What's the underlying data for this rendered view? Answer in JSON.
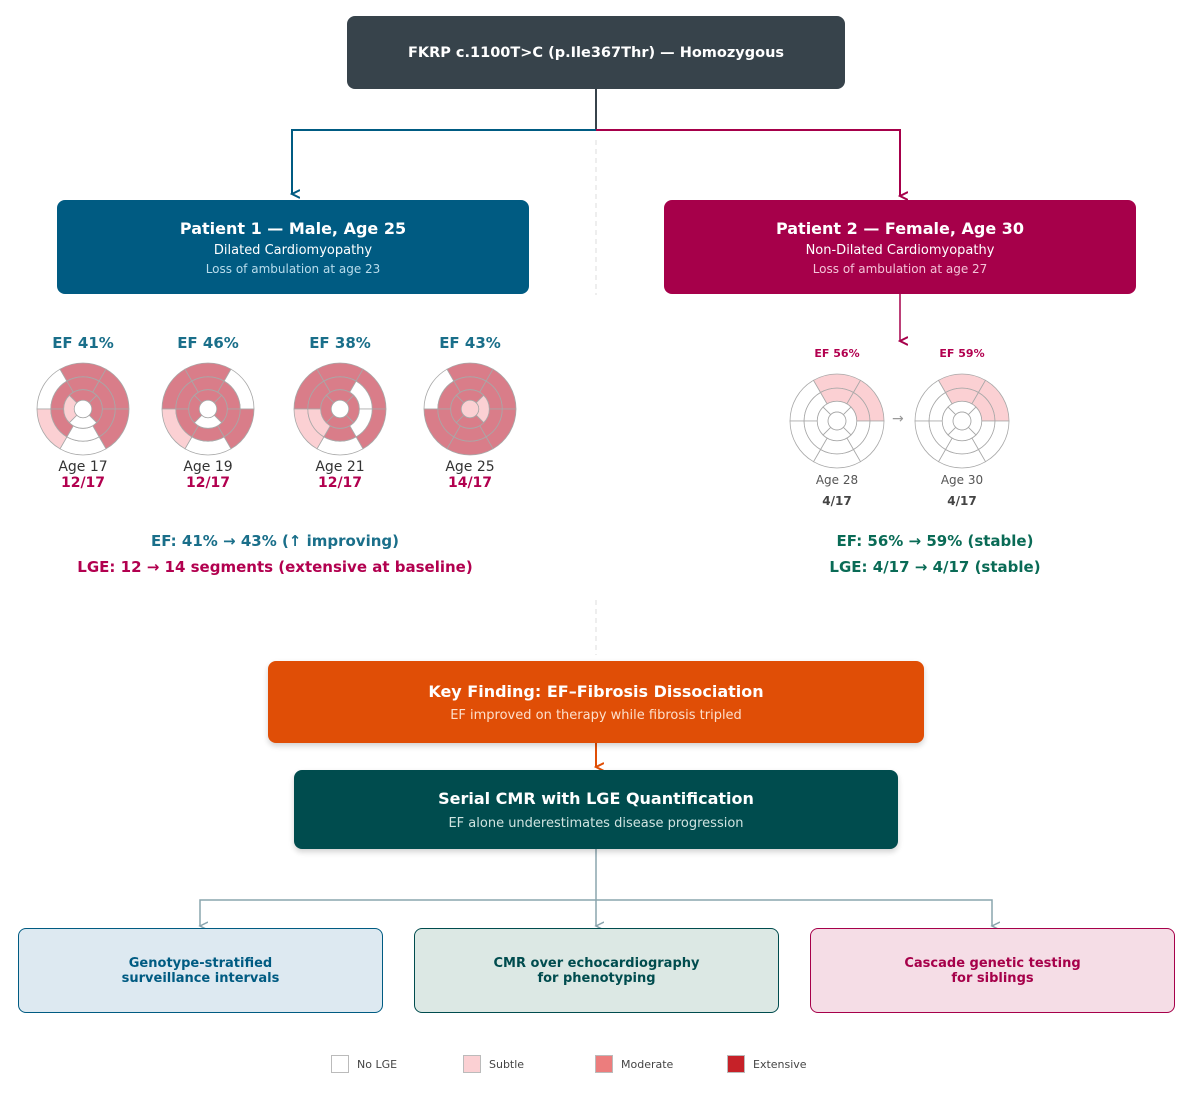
{
  "colors": {
    "none": "#ffffff",
    "subtle": "#fbd0d3",
    "moderate": "#d97d89",
    "extensive": "#c62128",
    "p1": "#005b82",
    "p2": "#a6004a",
    "key": "#e04e06",
    "cmr": "#004c4e",
    "root": "#37434b"
  },
  "root": {
    "title": "FKRP c.1100T>C (p.Ile367Thr) — Homozygous"
  },
  "patient1": {
    "title": "Patient 1 — Male, Age 25",
    "phenotype": "Dilated Cardiomyopathy",
    "ambulation": "Loss of ambulation at age 23",
    "scans": [
      {
        "ef": "EF 41%",
        "age": "Age 17",
        "segments": "12/17",
        "pattern": [
          "none",
          "moderate",
          "moderate",
          "moderate",
          "none",
          "subtle",
          "moderate",
          "moderate",
          "moderate",
          "moderate",
          "none",
          "moderate",
          "moderate",
          "moderate",
          "none",
          "subtle",
          "none"
        ]
      },
      {
        "ef": "EF 46%",
        "age": "Age 19",
        "segments": "12/17",
        "pattern": [
          "moderate",
          "moderate",
          "none",
          "moderate",
          "none",
          "subtle",
          "moderate",
          "moderate",
          "moderate",
          "moderate",
          "moderate",
          "moderate",
          "moderate",
          "moderate",
          "none",
          "moderate",
          "none"
        ]
      },
      {
        "ef": "EF 38%",
        "age": "Age 21",
        "segments": "12/17",
        "pattern": [
          "moderate",
          "moderate",
          "moderate",
          "moderate",
          "none",
          "subtle",
          "moderate",
          "moderate",
          "none",
          "none",
          "moderate",
          "subtle",
          "moderate",
          "moderate",
          "moderate",
          "moderate",
          "none"
        ]
      },
      {
        "ef": "EF 43%",
        "age": "Age 25",
        "segments": "14/17",
        "pattern": [
          "none",
          "moderate",
          "moderate",
          "moderate",
          "moderate",
          "moderate",
          "moderate",
          "moderate",
          "moderate",
          "moderate",
          "moderate",
          "moderate",
          "moderate",
          "subtle",
          "moderate",
          "moderate",
          "subtle"
        ]
      }
    ],
    "summary_ef": "EF: 41% → 43% (↑ improving)",
    "summary_lge": "LGE: 12 → 14 segments (extensive at baseline)"
  },
  "patient2": {
    "title": "Patient 2 — Female, Age 30",
    "phenotype": "Non-Dilated Cardiomyopathy",
    "ambulation": "Loss of ambulation at age 27",
    "scans": [
      {
        "ef": "EF 56%",
        "age": "Age 28",
        "segments": "4/17",
        "pattern": [
          "none",
          "subtle",
          "subtle",
          "none",
          "none",
          "none",
          "none",
          "subtle",
          "subtle",
          "none",
          "none",
          "none",
          "none",
          "none",
          "none",
          "none",
          "none"
        ]
      },
      {
        "ef": "EF 59%",
        "age": "Age 30",
        "segments": "4/17",
        "pattern": [
          "none",
          "subtle",
          "subtle",
          "none",
          "none",
          "none",
          "none",
          "subtle",
          "subtle",
          "none",
          "none",
          "none",
          "none",
          "none",
          "none",
          "none",
          "none"
        ]
      }
    ],
    "arrow": "→",
    "summary_ef": "EF: 56% → 59% (stable)",
    "summary_lge": "LGE: 4/17 → 4/17 (stable)"
  },
  "key_finding": {
    "title": "Key Finding: EF–Fibrosis Dissociation",
    "subtitle": "EF improved on therapy while fibrosis tripled"
  },
  "cmr": {
    "title": "Serial CMR with LGE Quantification",
    "subtitle": "EF alone underestimates disease progression"
  },
  "recommendations": [
    {
      "line1": "Genotype-stratified",
      "line2": "surveillance intervals"
    },
    {
      "line1": "CMR over echocardiography",
      "line2": "for phenotyping"
    },
    {
      "line1": "Cascade genetic testing",
      "line2": "for siblings"
    }
  ],
  "legend": [
    {
      "label": "No LGE",
      "color": "#ffffff"
    },
    {
      "label": "Subtle",
      "color": "#fbd0d3"
    },
    {
      "label": "Moderate",
      "color": "#ec7d7d"
    },
    {
      "label": "Extensive",
      "color": "#c62128"
    }
  ]
}
